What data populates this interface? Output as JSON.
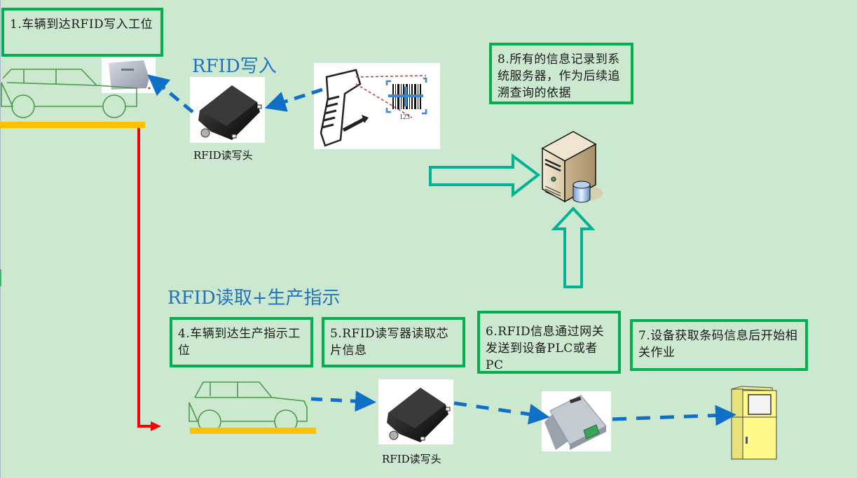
{
  "sections": {
    "write_title": "RFID写入",
    "read_title": "RFID读取+生产指示"
  },
  "steps": [
    {
      "id": 1,
      "text": "1.车辆到达RFID写入工位"
    },
    {
      "id": 4,
      "text": "4.车辆到达生产指示工位"
    },
    {
      "id": 5,
      "text": "5.RFID读写器读取芯片信息"
    },
    {
      "id": 6,
      "text": "6.RFID信息通过网关发送到设备PLC或者PC"
    },
    {
      "id": 7,
      "text": "7.设备获取条码信息后开始相关作业"
    },
    {
      "id": 8,
      "text": "8.所有的信息记录到系统服务器，作为后续追溯查询的依据"
    }
  ],
  "captions": {
    "reader_top": "RFID读写头",
    "reader_bottom": "RFID读写头",
    "barcode_number": "123"
  },
  "colors": {
    "background": "#cce8cf",
    "step_border": "#00b050",
    "title_blue": "#1f73c0",
    "dashed_arrow": "#1070c8",
    "hollow_arrow": "#00b294",
    "flow_red": "#ff0000",
    "platform_yellow": "#ffc000",
    "car_outline": "#4a9a4a"
  }
}
